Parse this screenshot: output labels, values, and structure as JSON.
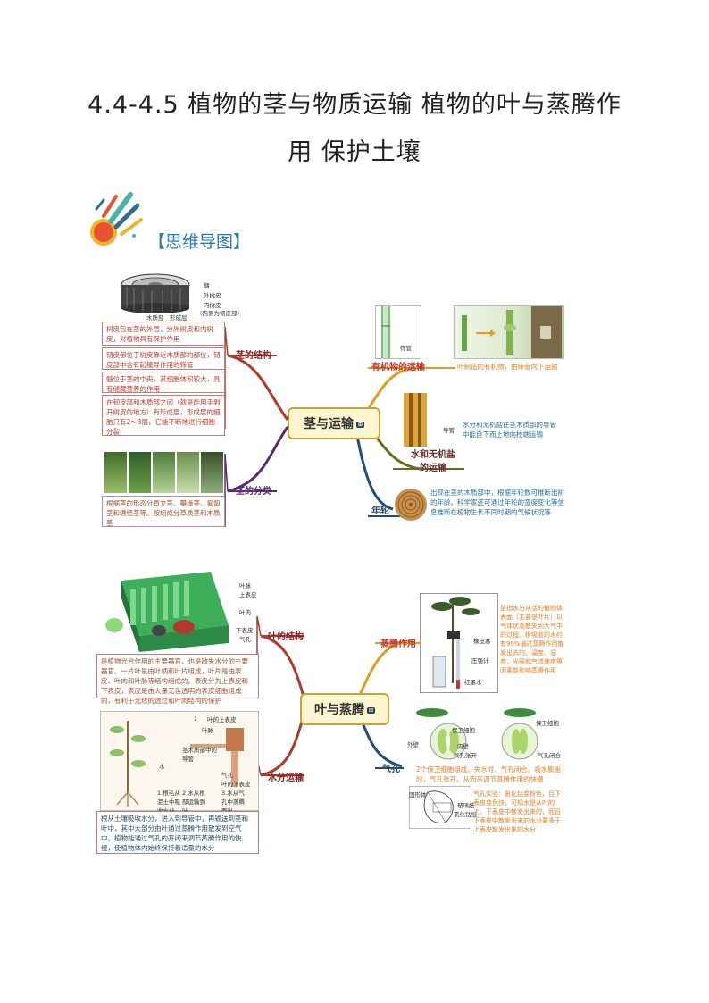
{
  "title": {
    "line1": "4.4-4.5 植物的茎与物质运输 植物的叶与蒸腾作",
    "line2": "用 保护土壤"
  },
  "section_label": "【思维导图】",
  "map1": {
    "center": "茎与运输",
    "tag": "⊞",
    "branches": {
      "structure": "茎的结构",
      "classification": "茎的分类",
      "organic": "有机物的运输",
      "water": "水和无机盐\n的运输",
      "rings": "年轮"
    },
    "stem_labels": {
      "pith": "髓",
      "outer_bark": "外树皮",
      "inner_bark": "内树皮",
      "inner_bark_note": "(内侧为韧皮部)",
      "xylem": "木质部",
      "cambium": "形成层"
    },
    "structure_texts": [
      "树皮包在茎的外层，分外树皮和内树皮，对植物具有保护作用",
      "韧皮部位于树皮靠近木质部的部位，韧皮部中含有起输导作用的筛管",
      "髓位于茎的中央，其细胞体积较大，具有储藏营养的作用",
      "在韧皮部和木质部之间（就是能用手剥开树皮的地方）有形成层，形成层的细胞只有2～3层，它能不断地进行细胞分裂"
    ],
    "classification_text": "根据茎的形态分直立茎、攀缘茎、匍匐茎和缠绕茎等。按组成分草质茎和木质茎",
    "organic_text": "叶制造的有机物，由筛管向下运输",
    "sieve_label": "筛管",
    "vessel_label": "导管",
    "water_text": "水分和无机盐在茎木质部的导管中能自下而上地向枝端运输",
    "rings_text": "出现在茎的木质部中，根据年轮数可推断出树的年龄。科学家还可通过年轮的宽度变化等信息推断在植物生长不同时期的气候状况等"
  },
  "map2": {
    "center": "叶与蒸腾",
    "tag": "⊞",
    "branches": {
      "leaf_structure": "叶的结构",
      "water_transport": "水分运输",
      "transpiration": "蒸腾作用",
      "stomata": "气孔"
    },
    "leaf_labels": {
      "vein": "叶脉",
      "upper_epidermis": "上表皮",
      "mesophyll": "叶肉",
      "lower_epidermis": "下表皮",
      "stoma": "气孔"
    },
    "leaf_text": "是植物光合作用的主要器官，也是散失水分的主要器官。一片叶是由叶柄和叶片组成，叶片是由表皮、叶肉和叶脉等结构组成的。表皮分为上表皮和下表皮，表皮是由大量无色透明的表皮细胞组成的，有利于光线的透过和叶肉结构的保护",
    "water_labels": {
      "upper": "叶的上表皮",
      "vein": "叶脉",
      "stem_vessel": "茎木质部中的导管",
      "water": "水",
      "stoma": "气孔",
      "lower": "叶的下表皮",
      "step1": "1.根毛从泥土中吸收水分",
      "step2": "2.水从根部运输到叶",
      "step3": "3.水从气孔中蒸腾而出"
    },
    "water_text": "根从土壤吸收水分，进入到导管中，再输送到茎和叶中，其中大部分由叶通过蒸腾作用散发到空气中。植物能通过气孔的开闭来调节蒸腾作用的快慢，使植物体内始终保持着适量的水分",
    "transpiration_labels": {
      "rubber": "橡皮塞",
      "gauge": "压强计",
      "water": "红墨水"
    },
    "transpiration_text": "是指水分从活的植物体表面（主要是叶片）以气体状态散失到大气中的过程。根吸收的水约有99%通过蒸腾作用散发出去的。温度、湿度、光照和气流速度等因素能影响蒸腾作用",
    "stomata_labels": {
      "guard": "保卫细胞",
      "outer": "外壁",
      "inner": "内壁",
      "open": "气孔张开",
      "closed": "气孔闭合"
    },
    "stomata_text": "2个保卫细胞组成。失水时，气孔闭合。吸水膨胀时，气孔张开。从而来调节蒸腾作用的快慢",
    "experiment_labels": {
      "back": "固形体",
      "glass": "玻璃纸",
      "cobalt": "氯化钴纸"
    },
    "experiment_text": "气孔实验：氯化钴变粉色，且下表皮变色快，可知水是从叶的上、下表皮中散发出来的，而且下表皮中散发出来的水分要多于上表皮散发出来的水分"
  },
  "colors": {
    "title": "#222222",
    "label_blue": "#2b7bb9",
    "center_border": "#c8a23c",
    "center_fill": "#fdf6cf",
    "red_branch": "#b03a2e",
    "purple_branch": "#5b2c6f",
    "orange_branch": "#e69a24",
    "olive_branch": "#6b6b1f",
    "blue_branch": "#1f4e79"
  }
}
